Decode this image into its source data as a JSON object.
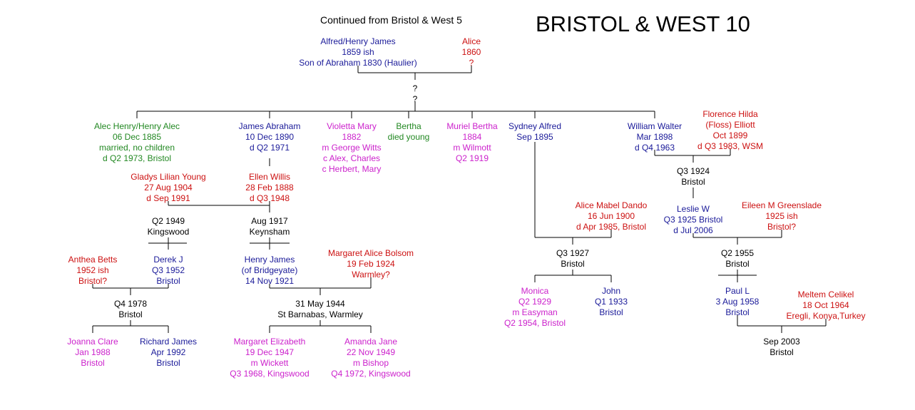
{
  "title": "BRISTOL & WEST 10",
  "subtitle": "Continued from Bristol & West 5",
  "colors": {
    "male": "#1a1a99",
    "female": "#cc1111",
    "died_young_or_no_children": "#228822",
    "daughter": "#cc22cc",
    "marriage": "#000000",
    "line": "#000000"
  },
  "people": {
    "alfred": [
      "Alfred/Henry James",
      "1859 ish",
      "Son of Abraham 1830 (Haulier)"
    ],
    "alice": [
      "Alice",
      "1860",
      "?"
    ],
    "unknown_marriage": [
      "?",
      "?"
    ],
    "alec": [
      "Alec Henry/Henry Alec",
      "06 Dec 1885",
      "married, no children",
      "d Q2 1973, Bristol"
    ],
    "james_abraham": [
      "James Abraham",
      "10 Dec 1890",
      "d Q2 1971"
    ],
    "violetta": [
      "Violetta Mary",
      "1882",
      "m George Witts",
      "c Alex, Charles",
      "c Herbert, Mary"
    ],
    "bertha": [
      "Bertha",
      "died young"
    ],
    "muriel": [
      "Muriel Bertha",
      "1884",
      "m Wilmott",
      "Q2 1919"
    ],
    "sydney": [
      "Sydney Alfred",
      "Sep 1895"
    ],
    "william": [
      "William Walter",
      "Mar 1898",
      "d Q4 1963"
    ],
    "florence": [
      "Florence Hilda",
      "(Floss) Elliott",
      "Oct 1899",
      "d Q3 1983, WSM"
    ],
    "m_william_florence": [
      "Q3 1924",
      "Bristol"
    ],
    "gladys": [
      "Gladys Lilian Young",
      "27 Aug 1904",
      "d Sep 1991"
    ],
    "ellen": [
      "Ellen Willis",
      "28 Feb 1888",
      "d Q3 1948"
    ],
    "m_q2_1949": [
      "Q2 1949",
      "Kingswood"
    ],
    "m_aug_1917": [
      "Aug 1917",
      "Keynsham"
    ],
    "alice_mabel": [
      "Alice Mabel Dando",
      "16 Jun 1900",
      "d Apr 1985, Bristol"
    ],
    "leslie": [
      "Leslie W",
      "Q3 1925 Bristol",
      "d Jul 2006"
    ],
    "eileen": [
      "Eileen M Greenslade",
      "1925 ish",
      "Bristol?"
    ],
    "anthea": [
      "Anthea Betts",
      "1952 ish",
      "Bristol?"
    ],
    "derek": [
      "Derek J",
      "Q3 1952",
      "Bristol"
    ],
    "henry_james": [
      "Henry James",
      "(of Bridgeyate)",
      "14 Nov 1921"
    ],
    "margaret_alice": [
      "Margaret Alice Bolsom",
      "19 Feb 1924",
      "Warmley?"
    ],
    "m_q3_1927": [
      "Q3 1927",
      "Bristol"
    ],
    "m_q2_1955": [
      "Q2 1955",
      "Bristol"
    ],
    "monica": [
      "Monica",
      "Q2 1929",
      "m Easyman",
      "Q2 1954, Bristol"
    ],
    "john": [
      "John",
      "Q1 1933",
      "Bristol"
    ],
    "paul": [
      "Paul L",
      "3 Aug 1958",
      "Bristol"
    ],
    "meltem": [
      "Meltem Celikel",
      "18 Oct 1964",
      "Eregli, Konya,Turkey"
    ],
    "m_q4_1978": [
      "Q4 1978",
      "Bristol"
    ],
    "m_31_may_1944": [
      "31 May 1944",
      "St Barnabas, Warmley"
    ],
    "m_sep_2003": [
      "Sep 2003",
      "Bristol"
    ],
    "joanna": [
      "Joanna Clare",
      "Jan 1988",
      "Bristol"
    ],
    "richard": [
      "Richard James",
      "Apr 1992",
      "Bristol"
    ],
    "margaret_elizabeth": [
      "Margaret Elizabeth",
      "19 Dec 1947",
      "m Wickett",
      "Q3 1968, Kingswood"
    ],
    "amanda": [
      "Amanda Jane",
      "22 Nov 1949",
      "m Bishop",
      "Q4 1972, Kingswood"
    ]
  }
}
